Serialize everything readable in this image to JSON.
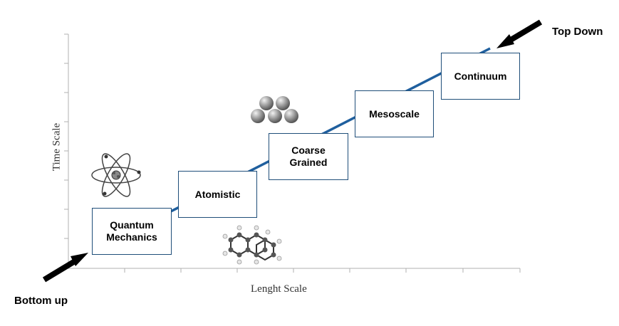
{
  "diagram": {
    "x_axis_label": "Lenght Scale",
    "y_axis_label": "Time Scale",
    "stages": [
      {
        "label": "Quantum\nMechanics"
      },
      {
        "label": "Atomistic"
      },
      {
        "label": "Coarse\nGrained"
      },
      {
        "label": "Mesoscale"
      },
      {
        "label": "Continuum"
      }
    ],
    "bottom_label": "Bottom up",
    "top_label": "Top Down",
    "icons": [
      "atom-icon",
      "spheres-icon",
      "molecule-icon",
      "arrow-up-right-icon",
      "arrow-down-left-icon"
    ],
    "colors": {
      "trend_line": "#1f5f9e",
      "box_border": "#1f4e79",
      "axis": "#b0b0b0",
      "arrow": "#000000"
    }
  }
}
